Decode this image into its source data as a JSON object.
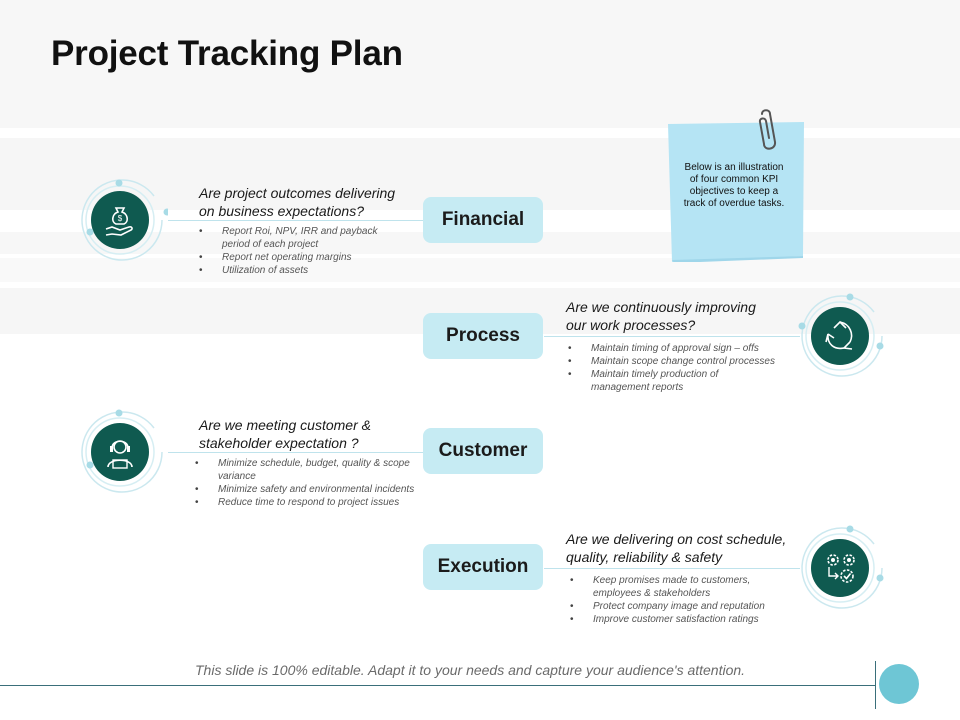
{
  "title": "Project Tracking Plan",
  "note": "Below is an illustration of four common KPI objectives to keep a track of overdue tasks.",
  "footer": "This slide is 100% editable. Adapt it to your needs and capture your audience's attention.",
  "colors": {
    "accent": "#c6ebf3",
    "icon_bg": "#0f5a50",
    "ring": "#bfe3ec",
    "note": "#b5e4f4",
    "footer_dot": "#6ec6d5"
  },
  "sections": {
    "financial": {
      "label": "Financial",
      "question": [
        "Are project outcomes delivering",
        "on business expectations?"
      ],
      "bullets": [
        "Report Roi, NPV, IRR and payback period of each project",
        "Report net operating margins",
        "Utilization of assets"
      ],
      "icon": "money-bag-hand-icon"
    },
    "process": {
      "label": "Process",
      "question": [
        "Are we continuously improving",
        "our work processes?"
      ],
      "bullets": [
        "Maintain timing of approval sign – offs",
        "Maintain scope change control processes",
        "Maintain timely production of management reports"
      ],
      "icon": "recycle-arrows-icon"
    },
    "customer": {
      "label": "Customer",
      "question": [
        "Are we meeting customer &",
        "stakeholder expectation ?"
      ],
      "bullets": [
        "Minimize schedule, budget, quality & scope variance",
        "Minimize safety and environmental incidents",
        "Reduce time to respond to project issues"
      ],
      "icon": "customer-support-icon"
    },
    "execution": {
      "label": "Execution",
      "question": [
        "Are we delivering on cost schedule,",
        "quality, reliability & safety"
      ],
      "bullets": [
        "Keep promises made to customers, employees & stakeholders",
        "Protect company image and reputation",
        "Improve customer satisfaction ratings"
      ],
      "icon": "gears-check-icon"
    }
  }
}
